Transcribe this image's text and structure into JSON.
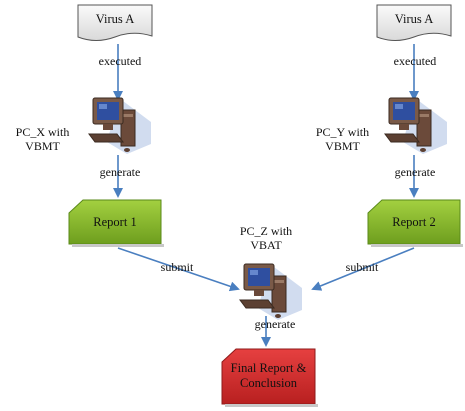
{
  "diagram": {
    "virus_left": "Virus A",
    "virus_right": "Virus A",
    "executed_left": "executed",
    "executed_right": "executed",
    "pc_x_line1": "PC_X with",
    "pc_x_line2": "VBMT",
    "pc_y_line1": "PC_Y with",
    "pc_y_line2": "VBMT",
    "generate_left": "generate",
    "generate_right": "generate",
    "report1": "Report 1",
    "report2": "Report 2",
    "pc_z_line1": "PC_Z with",
    "pc_z_line2": "VBAT",
    "submit_left": "submit",
    "submit_right": "submit",
    "generate_center": "generate",
    "final_line1": "Final Report &",
    "final_line2": "Conclusion"
  },
  "colors": {
    "arrow": "#4a7fc0",
    "doc_fill": "#f0f0f0",
    "report_fill": "#8cbd2e",
    "final_fill": "#d62f2f"
  }
}
